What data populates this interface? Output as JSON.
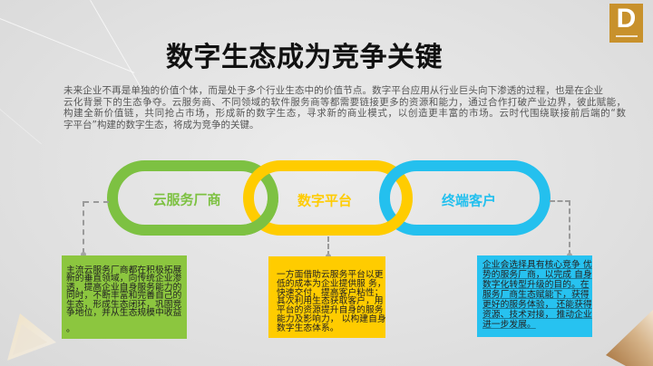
{
  "slide": {
    "title": "数字生态成为竞争关键",
    "logo": {
      "letter": "D",
      "color": "#c8912c"
    },
    "intro": {
      "lines": [
        "未来企业不再是单独的价值个体，而是处于多个行业生态中的价值节点。数字平台应用从行业巨头向下渗透的过程，也是在企业",
        "云化背景下的生态争夺。云服务商、不同领域的软件服务商等都需要链接更多的资源和能力，通过合作打破产业边界，彼此赋能，",
        "构建全新价值链，共同抢占市场，形成新的数字生态，寻求新的商业模式，以创造更丰富的市场。云时代围绕联接前后端的“数",
        "字平台”构建的数字生态，将成为竞争的关键。"
      ]
    },
    "chain": [
      {
        "label": "云服务厂商",
        "color": "#7dc142"
      },
      {
        "label": "数字平台",
        "color": "#ffcc00"
      },
      {
        "label": "终端客户",
        "color": "#24c0ee"
      }
    ],
    "cards": [
      {
        "color": "#8cc63f",
        "lines": [
          "主流云服务厂商都在积极拓展",
          "新的垂直领域，向传统企业渗",
          "透，提高企业自身服务能力的",
          "同时，不断丰富和完善自己的",
          "生态，形成生态闭环，巩固竞",
          "争地位，并从生态规模中收益",
          "。"
        ]
      },
      {
        "color": "#ffcc00",
        "lines": [
          "一方面借助云服务平台以更",
          "低的成本为企业提供服 务，",
          "快速交付，提高客户粘性；",
          "其次利用生态获取客户，用",
          "平台的资源提升自身的服务",
          "能力及影响力， 以构建自身",
          "数字生态体系。"
        ]
      },
      {
        "color": "#27c2f0",
        "lines": [
          "企业会选择具有核心竞争 优",
          "势的服务厂商，以完成 自身",
          "数字化转型升级的目的。在",
          "服务厂商生态赋能下，获得",
          "更好的服务体验， 还能获得",
          "资源、技术对接， 推动企业",
          "进一步发展。"
        ]
      }
    ],
    "icons": {
      "logo": "d-brand-logo-icon",
      "connector": "dashed-connector-icon"
    }
  }
}
